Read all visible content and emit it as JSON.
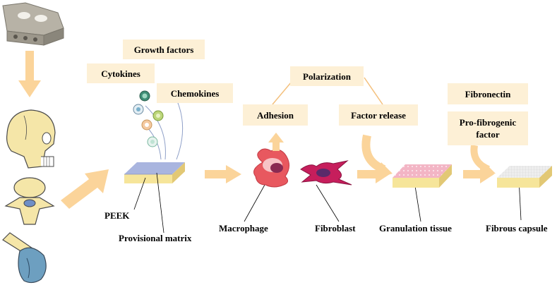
{
  "labels": {
    "growth_factors": "Growth factors",
    "cytokines": "Cytokines",
    "chemokines": "Chemokines",
    "adhesion": "Adhesion",
    "polarization": "Polarization",
    "factor_release": "Factor release",
    "fibronectin": "Fibronectin",
    "pro_fibrogenic_line1": "Pro-fibrogenic",
    "pro_fibrogenic_line2": "factor",
    "peek": "PEEK",
    "provisional_matrix": "Provisional matrix",
    "macrophage": "Macrophage",
    "fibroblast": "Fibroblast",
    "granulation_tissue": "Granulation tissue",
    "fibrous_capsule": "Fibrous capsule"
  },
  "colors": {
    "label_box": "#fdf0d6",
    "arrow": "#fbd49a",
    "line": "#f4c07c",
    "peek_top": "#a9b5df",
    "granulation_top": "#f3b5c5",
    "capsule_top": "#eeeeee",
    "slab_side": "#f6e59a",
    "macrophage": "#e8585f",
    "fibroblast": "#c61e5c",
    "bone": "#f5e6a8",
    "implant": "#b7b2a6"
  },
  "icons": [
    "implant-cage-icon",
    "skull-icon",
    "vertebra-icon",
    "knee-joint-icon",
    "macrophage-icon",
    "fibroblast-icon"
  ]
}
